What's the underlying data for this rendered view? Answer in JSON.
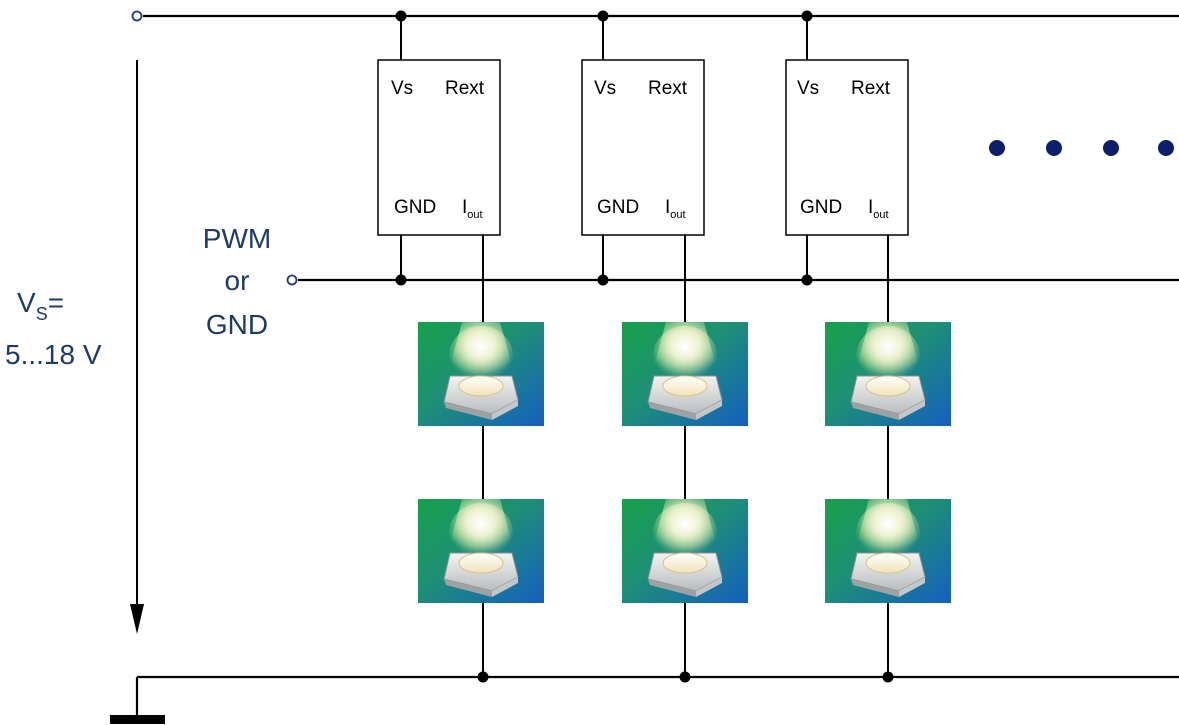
{
  "supply_label": {
    "symbol_main": "V",
    "symbol_sub": "S",
    "eq": "=",
    "range": "5...18 V"
  },
  "pwm_label": {
    "line1": "PWM",
    "line2": "or",
    "line3": "GND"
  },
  "driver_ic": {
    "pin_vs": "Vs",
    "pin_rext": "Rext",
    "pin_gnd": "GND",
    "pin_iout_main": "I",
    "pin_iout_sub": "out"
  },
  "colors": {
    "wire": "#000000",
    "label_blue": "#1f3a68",
    "dots": "#0d1f6b",
    "led_bg_green": "#1f9a4a",
    "led_bg_blue": "#1a63b8"
  },
  "icons": {
    "led": "smd-led-icon",
    "ground": "ground-icon",
    "terminal": "terminal-icon",
    "junction": "junction-dot-icon",
    "arrow": "voltage-arrow-icon",
    "continuation": "ellipsis-dots-icon"
  }
}
